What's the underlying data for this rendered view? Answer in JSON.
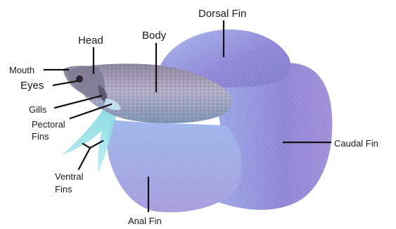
{
  "diagram": {
    "labels": {
      "dorsal_fin": "Dorsal Fin",
      "head": "Head",
      "body": "Body",
      "mouth": "Mouth",
      "eyes": "Eyes",
      "gills": "Gills",
      "pectoral_fins_line1": "Pectoral",
      "pectoral_fins_line2": "Fins",
      "caudal_fin": "Caudal Fin",
      "ventral_fins_line1": "Ventral",
      "ventral_fins_line2": "Fins",
      "anal_fin": "Anal Fin"
    },
    "colors": {
      "fin_violet": "#8f86d6",
      "fin_blue": "#9fb4ea",
      "body_base": "#8c8aa6",
      "body_highlight": "#c9c4d8",
      "ventral_cyan": "#7fd6e0",
      "leader_line": "#111111"
    }
  }
}
